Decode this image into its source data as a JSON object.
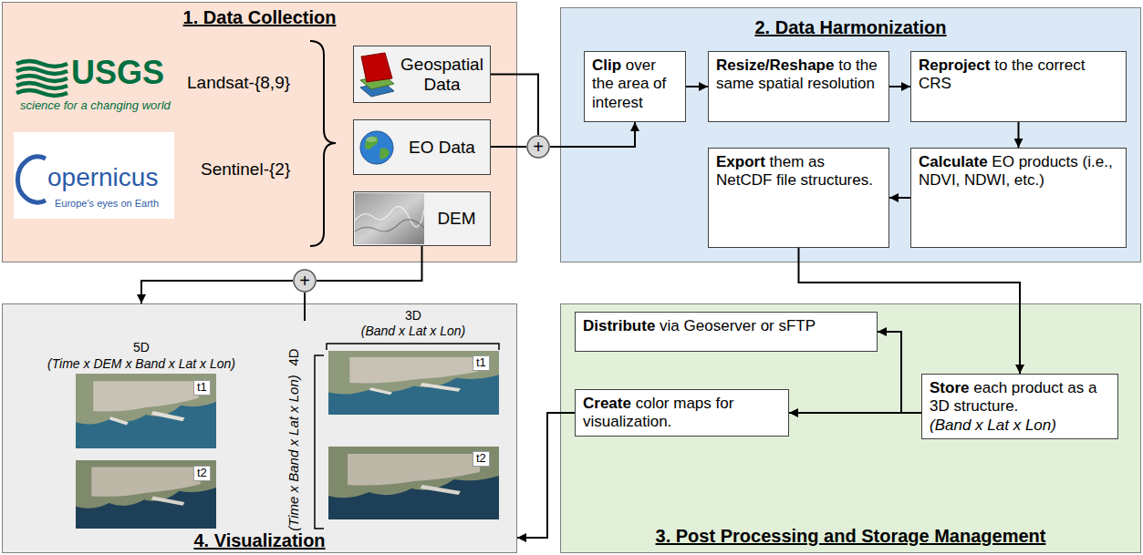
{
  "diagram": {
    "nodes": [
      {
        "text": [
          "1. Data Collection"
        ]
      },
      {
        "text": [
          "Geospatial Data"
        ],
        "in": 0
      },
      {
        "text": [
          "EO Data"
        ],
        "in": 0
      },
      {
        "text": [
          "DEM"
        ],
        "in": 0
      },
      {
        "text": [
          "+"
        ]
      },
      {
        "text": [
          "2. Data Harmonization"
        ]
      },
      {
        "text": [
          "Clip",
          "over the area of interest"
        ],
        "in": 5
      },
      {
        "text": [
          "Resize/Reshape",
          "to the same spatial resolution"
        ],
        "in": 5
      },
      {
        "text": [
          "Reproject",
          "to the correct CRS"
        ],
        "in": 5
      },
      {
        "text": [
          "Export",
          "them as NetCDF file structures."
        ],
        "in": 5
      },
      {
        "text": [
          "Calculate",
          "EO products (i.e., NDVI, NDWI, etc.)"
        ],
        "in": 5
      },
      {
        "text": [
          "+"
        ]
      },
      {
        "text": [
          "4. Visualization"
        ]
      },
      {
        "text": [
          "3. Post Processing and Storage Management"
        ]
      },
      {
        "text": [
          "Distribute",
          "via Geoserver or sFTP"
        ],
        "in": 13
      },
      {
        "text": [
          "Create",
          "color maps for visualization."
        ],
        "in": 13
      },
      {
        "text": [
          "Store",
          "each product as a 3D structure.",
          "(Band x Lat x Lon)"
        ],
        "in": 13
      }
    ],
    "edges": [
      {
        "from": 1,
        "to": 4,
        "arrow": "none"
      },
      {
        "from": 2,
        "to": 4,
        "arrow": "none"
      },
      {
        "from": 4,
        "to": 6,
        "arrow": "to"
      },
      {
        "from": 6,
        "to": 7,
        "arrow": "to"
      },
      {
        "from": 7,
        "to": 8,
        "arrow": "to"
      },
      {
        "from": 8,
        "to": 10,
        "arrow": "to"
      },
      {
        "from": 10,
        "to": 9,
        "arrow": "to"
      },
      {
        "from": 3,
        "to": 11,
        "arrow": "none"
      },
      {
        "from": 11,
        "to": 12,
        "arrow": "to"
      },
      {
        "from": 9,
        "to": 16,
        "arrow": "to"
      },
      {
        "from": 16,
        "to": 14,
        "arrow": "to"
      },
      {
        "from": 16,
        "to": 15,
        "arrow": "to"
      },
      {
        "from": 15,
        "to": 12,
        "arrow": "to"
      }
    ],
    "labels": [
      "USGS",
      "science for a changing world",
      "opernicus",
      "Europe's eyes on Earth",
      "Landsat-{8,9}",
      "Sentinel-{2}",
      "5D",
      "(Time x DEM x Band x Lat x Lon)",
      "t1",
      "t2",
      "4D",
      "(Time x Band x Lat x Lon)",
      "3D",
      "(Band x Lat x Lon)",
      "t1",
      "t2"
    ]
  }
}
